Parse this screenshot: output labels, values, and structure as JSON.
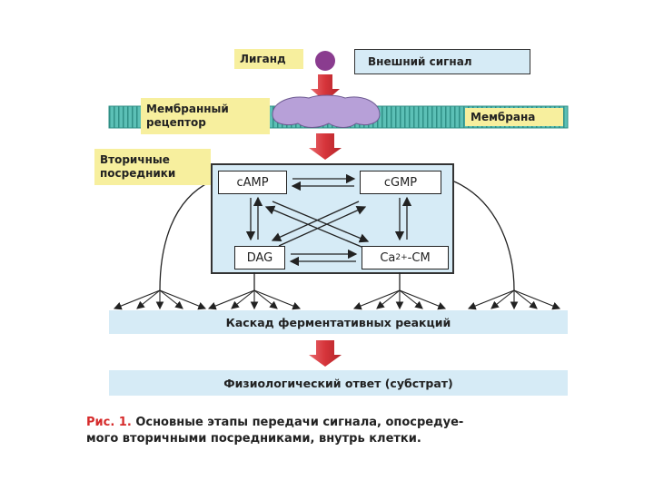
{
  "labels": {
    "ligand": "Лиганд",
    "external_signal": "Внешний сигнал",
    "membrane_receptor_l1": "Мембранный",
    "membrane_receptor_l2": "рецептор",
    "membrane": "Мембрана",
    "second_messengers_l1": "Вторичные",
    "second_messengers_l2": "посредники",
    "camp": "cAMP",
    "cgmp": "cGMP",
    "dag": "DAG",
    "ca_cm_base": "Ca",
    "ca_cm_sup": "2+",
    "ca_cm_rest": "-CM",
    "cascade": "Каскад ферментативных реакций",
    "response": "Физиологический ответ (субстрат)"
  },
  "caption": {
    "fig": "Рис. 1.",
    "line1": " Основные этапы передачи сигнала, опосредуе-",
    "line2": "мого вторичными посредниками, внутрь клетки."
  },
  "colors": {
    "membrane": "#4fb3a9",
    "receptor": "#b7a0d8",
    "ligand": "#8a3c8f",
    "arrow_red": "#d6343a",
    "label_bg": "#f7ef9e",
    "box_bg": "#d6ebf6"
  }
}
